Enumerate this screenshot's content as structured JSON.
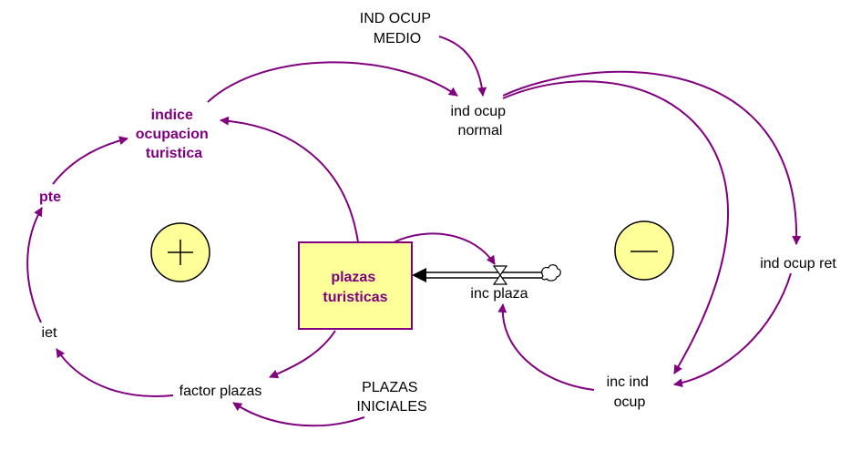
{
  "colors": {
    "arrow": "#800080",
    "stock_fill": "#ffff99",
    "stock_border": "#800080",
    "highlight_text": "#800080",
    "text": "#000000",
    "flow": "#000000"
  },
  "labels": {
    "ind_ocup_medio": [
      "IND OCUP",
      "MEDIO"
    ],
    "ind_ocup_normal": [
      "ind ocup",
      "normal"
    ],
    "indice_ocupacion": [
      "indice",
      "ocupacion",
      "turistica"
    ],
    "pte": "pte",
    "iet": "iet",
    "factor_plazas": "factor plazas",
    "plazas_iniciales": [
      "PLAZAS",
      "INICIALES"
    ],
    "plazas_turisticas": [
      "plazas",
      "turisticas"
    ],
    "inc_plaza": "inc plaza",
    "ind_ocup_ret": "ind ocup ret",
    "inc_ind_ocup": [
      "inc ind",
      "ocup"
    ]
  },
  "loops": {
    "positive": "+",
    "negative": "—"
  },
  "icons": [
    "cloud-icon",
    "valve-icon"
  ]
}
